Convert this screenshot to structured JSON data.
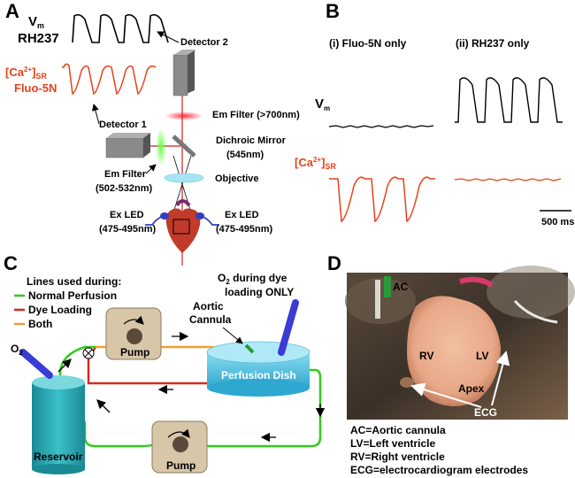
{
  "colors": {
    "accent_red": "#e8401c",
    "perfusion_green": "#35c91e",
    "dye_red": "#d42a24",
    "both_orange": "#f0a030",
    "pump_box": "#d8c6a8",
    "reservoir": "#2aa9b3",
    "dish": "#58c8e6",
    "probe_blue": "#3b3bd6"
  },
  "panel_a": {
    "letter": "A",
    "vm_label": "V",
    "vm_sub": "m",
    "rh237_label": "RH237",
    "ca_label_pre": "[Ca",
    "ca_label_sup": "2+",
    "ca_label_post": "]",
    "ca_label_sub": "SR",
    "fluo_label": "Fluo-5N",
    "detector2": "Detector 2",
    "detector1": "Detector 1",
    "em_filter_700": "Em Filter (>700nm)",
    "dichroic_line1": "Dichroic Mirror",
    "dichroic_line2": "(545nm)",
    "objective": "Objective",
    "em_filter_line1": "Em Filter",
    "em_filter_line2": "(502-532nm)",
    "led_left_line1": "Ex LED",
    "led_left_line2": "(475-495nm)",
    "led_right_line1": "Ex LED",
    "led_right_line2": "(475-495nm)"
  },
  "panel_b": {
    "letter": "B",
    "col1_title": "(i)  Fluo-5N only",
    "col2_title": "(ii)  RH237 only",
    "vm_label": "V",
    "vm_sub": "m",
    "ca_label_pre": "[Ca",
    "ca_label_sup": "2+",
    "ca_label_post": "]",
    "ca_label_sub": "SR",
    "scale_bar": "500 ms"
  },
  "panel_c": {
    "letter": "C",
    "legend_title": "Lines used during:",
    "legend_items": [
      "Normal Perfusion",
      "Dye Loading",
      "Both"
    ],
    "o2_label": "O",
    "o2_sub": "2",
    "o2_dye_line1_pre": "O",
    "o2_dye_line1_sub": "2",
    "o2_dye_line1_post": " during dye",
    "o2_dye_line2": "loading ONLY",
    "aortic_line1": "Aortic",
    "aortic_line2": "Cannula",
    "pump_top": "Pump",
    "pump_bottom": "Pump",
    "dish": "Perfusion Dish",
    "reservoir": "Reservoir"
  },
  "panel_d": {
    "letter": "D",
    "photo_labels": {
      "ac": "AC",
      "rv": "RV",
      "lv": "LV",
      "apex": "Apex",
      "ecg": "ECG"
    },
    "legend": [
      "AC=Aortic cannula",
      "LV=Left ventricle",
      "RV=Right ventricle",
      "ECG=electrocardiogram electrodes"
    ]
  }
}
